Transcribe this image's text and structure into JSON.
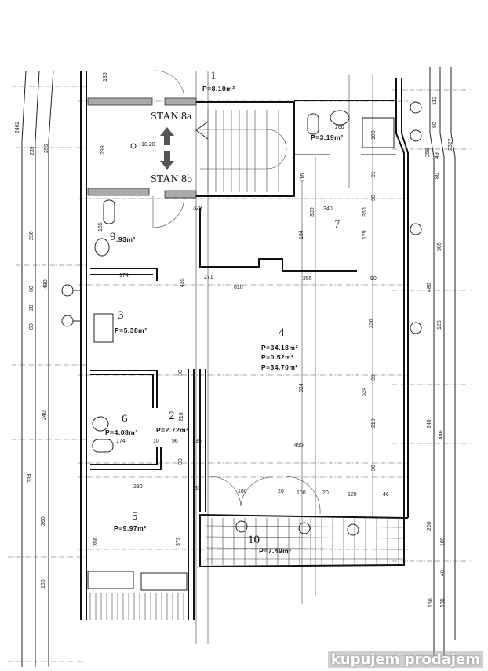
{
  "plan": {
    "stan_a": "STAN 8a",
    "stan_b": "STAN 8b",
    "level": "+10.20",
    "rooms": [
      {
        "number": "1",
        "area": "P=8.10m²"
      },
      {
        "number": "2",
        "area": "P=2.72m²"
      },
      {
        "number": "3",
        "area": "P=5.38m²"
      },
      {
        "number": "4",
        "area": "P=34.18m²",
        "area2": "P=0.52m²",
        "area3": "P=34.70m²"
      },
      {
        "number": "5",
        "area": "P=9.97m²"
      },
      {
        "number": "6",
        "area": "P=4.08m²"
      },
      {
        "number": "7",
        "area": "P=3.19m²"
      },
      {
        "number": "9",
        "area": ".93m²"
      },
      {
        "number": "10",
        "area": "P=7.49m²"
      }
    ],
    "dims_h": [
      "328",
      "340",
      "174",
      "271",
      "255",
      "610",
      "90",
      "174",
      "10",
      "96",
      "35",
      "495",
      "280",
      "35",
      "180",
      "20",
      "100",
      "20",
      "120",
      "46",
      "260"
    ],
    "dims_v": [
      "239",
      "455",
      "184",
      "300",
      "360",
      "179",
      "116",
      "103",
      "91",
      "165",
      "256",
      "624",
      "624",
      "210",
      "210",
      "356",
      "373",
      "135",
      "30",
      "30",
      "30",
      "30",
      "30"
    ],
    "dims_left": [
      "2462",
      "239",
      "259",
      "236",
      "480",
      "80",
      "20",
      "80",
      "240",
      "734",
      "260",
      "160"
    ],
    "dims_right": [
      "112",
      "80",
      "49",
      "80",
      "259",
      "2327",
      "305",
      "480",
      "120",
      "240",
      "446",
      "260",
      "109",
      "40",
      "160",
      "135"
    ]
  },
  "watermark": "kupujem prodajem"
}
